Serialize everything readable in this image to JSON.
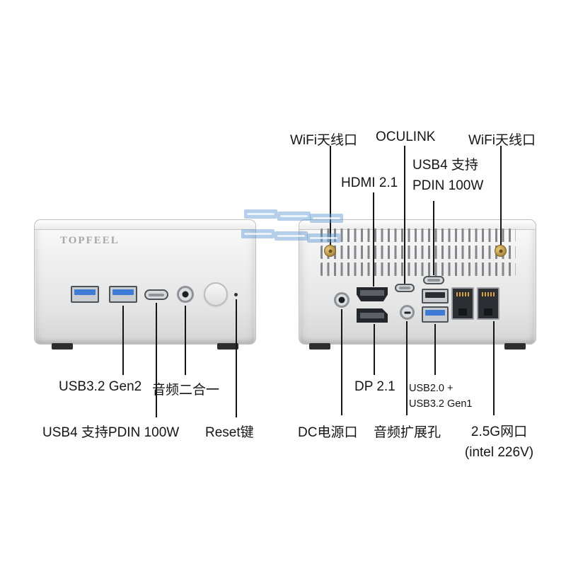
{
  "front_device": {
    "brand": "TOPFEEL",
    "callouts_bottom": {
      "usb32": "USB3.2 Gen2",
      "audio_combo": "音频二合一",
      "usb4_pd": "USB4 支持PDIN 100W",
      "reset": "Reset键"
    }
  },
  "back_device": {
    "callouts_top": {
      "wifi_left": "WiFi天线口",
      "hdmi": "HDMI 2.1",
      "oculink": "OCULINK",
      "usb4_line1": "USB4 支持",
      "usb4_line2": "PDIN 100W",
      "wifi_right": "WiFi天线口"
    },
    "callouts_bottom": {
      "dp": "DP 2.1",
      "usb_combo_line1": "USB2.0 +",
      "usb_combo_line2": "USB3.2 Gen1",
      "dc_power": "DC电源口",
      "audio_expansion": "音频扩展孔",
      "lan": "2.5G网口",
      "lan_chip": "(intel 226V)"
    }
  }
}
